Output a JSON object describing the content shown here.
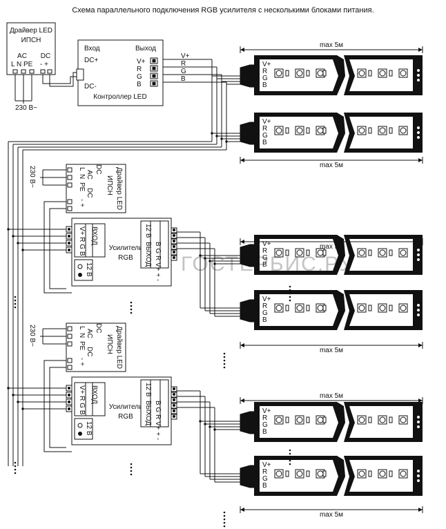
{
  "title": "Схема параллельного подключения RGB усилителя с несколькими блоками питания.",
  "driver": {
    "name": "Драйвер LED",
    "subname": "ИПСН",
    "ac": "AC",
    "dc": "DC",
    "ac_pins": "L  N  PE",
    "dc_pins": "-  +",
    "mains": "230 В~"
  },
  "controller": {
    "name": "Контроллер LED",
    "input": "Вход",
    "output": "Выход",
    "dc_plus": "DC+",
    "dc_minus": "DC-"
  },
  "signals": [
    "V+",
    "R",
    "G",
    "B"
  ],
  "amplifier": {
    "name1": "Усилитель",
    "name2": "RGB",
    "input": "ВХОД",
    "output": "ВЫХОД",
    "voltage": "12 В",
    "in_pins": "V+ R G B",
    "out_pins": "B G R V+ + -"
  },
  "strip_length": "max 5м",
  "watermark": "ГОСТЕРБИС.РУ"
}
